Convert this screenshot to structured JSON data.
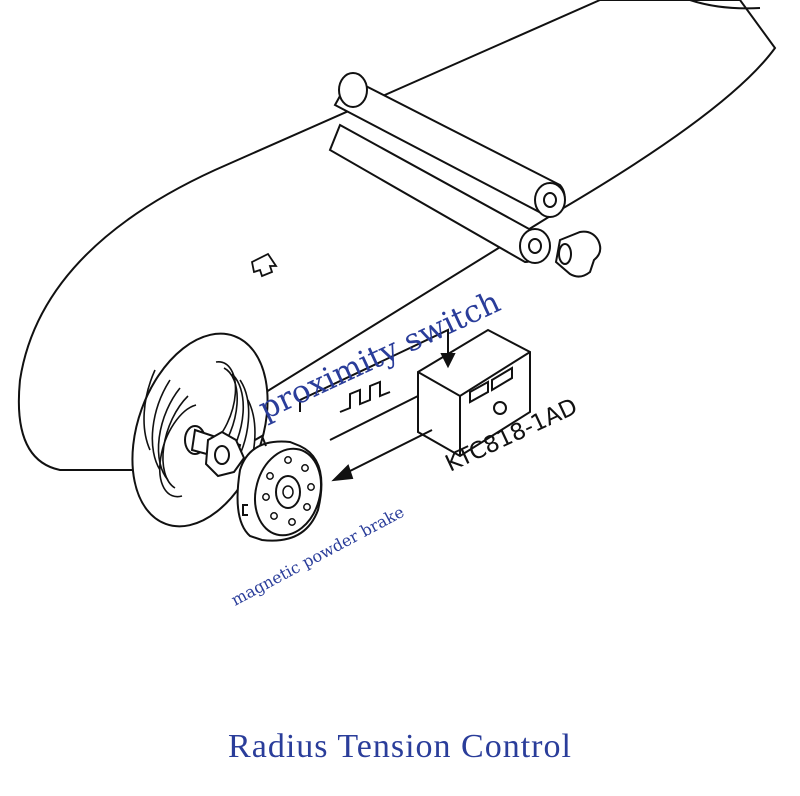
{
  "diagram": {
    "title": "Radius Tension Control",
    "labels": {
      "proximity_switch": "proximity switch",
      "controller_model": "KTC818-1AD",
      "brake": "magnetic powder brake"
    },
    "colors": {
      "label_blue": "#2a3d9a",
      "line": "#111111",
      "background": "#ffffff"
    },
    "icons": {
      "direction": "up-arrow-icon",
      "signal": "square-wave-icon"
    }
  }
}
